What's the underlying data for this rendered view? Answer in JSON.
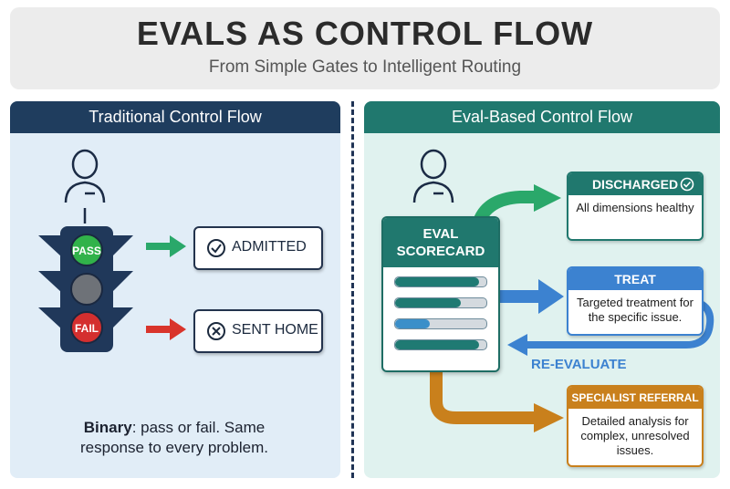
{
  "header": {
    "title": "EVALS AS CONTROL FLOW",
    "subtitle": "From Simple Gates to Intelligent Routing"
  },
  "left": {
    "title": "Traditional Control Flow",
    "light_pass": "PASS",
    "light_fail": "FAIL",
    "admitted": "ADMITTED",
    "sent_home": "SENT HOME",
    "caption_bold": "Binary",
    "caption_rest": ": pass or fail. Same response to every problem."
  },
  "right": {
    "title": "Eval-Based Control Flow",
    "scorecard_label": "EVAL SCORECARD",
    "scorecard_levels": [
      0.92,
      0.72,
      0.38,
      0.92
    ],
    "discharged": {
      "title": "DISCHARGED",
      "body": "All dimensions healthy"
    },
    "treat": {
      "title": "TREAT",
      "body": "Targeted treatment for the specific issue."
    },
    "reevaluate": "RE-EVALUATE",
    "specialist": {
      "title": "SPECIALIST REFERRAL",
      "body": "Detailed analysis for complex, unresolved issues."
    }
  },
  "colors": {
    "navy": "#1f3d5e",
    "teal": "#20786e",
    "green_arrow": "#2aa86a",
    "red_arrow": "#d9342b",
    "blue_arrow": "#3c82d0",
    "orange_arrow": "#c9801c",
    "pass_green": "#31b24a",
    "fail_red": "#d42f2f"
  }
}
